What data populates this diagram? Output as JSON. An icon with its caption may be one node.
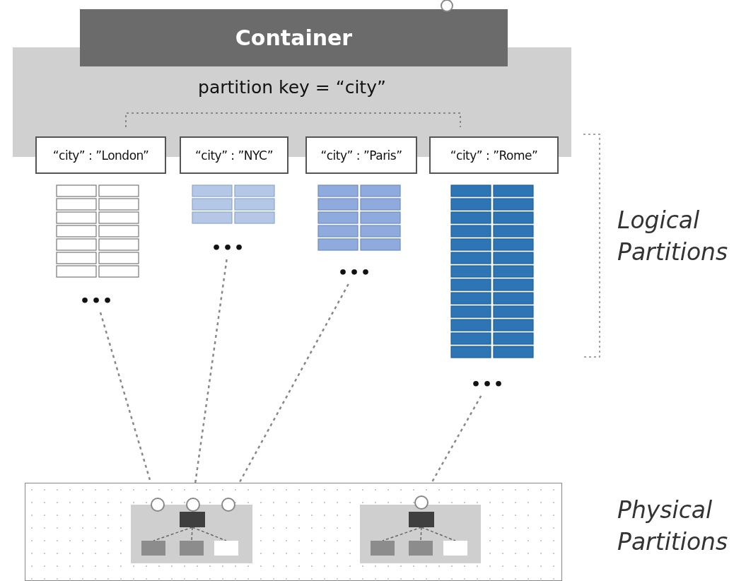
{
  "diagram": {
    "nodes": [
      {
        "text": [
          "Container"
        ]
      },
      {
        "text": [
          "partition key = “city”"
        ]
      },
      {
        "text": [
          "“city” : ”London”"
        ]
      },
      {
        "text": [
          "“city” : ”NYC”"
        ]
      },
      {
        "text": [
          "“city” : ”Paris”"
        ]
      },
      {
        "text": [
          "“city” : ”Rome”"
        ]
      },
      {
        "text": [
          "•••"
        ]
      },
      {
        "text": [
          "•••"
        ]
      },
      {
        "text": [
          "•••"
        ]
      },
      {
        "text": [
          "•••"
        ]
      },
      {
        "text": [],
        "shape": "box"
      },
      {
        "text": [],
        "shape": "box",
        "in": 10
      },
      {
        "text": [],
        "shape": "box",
        "in": 10
      },
      {
        "text": [],
        "shape": "circle",
        "in": 10
      },
      {
        "text": [],
        "shape": "circle",
        "in": 10
      },
      {
        "text": [],
        "shape": "circle",
        "in": 10
      },
      {
        "text": [],
        "shape": "circle",
        "in": 10
      }
    ],
    "edges": [
      {
        "from": 6,
        "to": 13,
        "arrow": "none",
        "style": "dashed"
      },
      {
        "from": 7,
        "to": 14,
        "arrow": "none",
        "style": "dashed"
      },
      {
        "from": 8,
        "to": 15,
        "arrow": "none",
        "style": "dashed"
      },
      {
        "from": 9,
        "to": 16,
        "arrow": "none",
        "style": "dashed"
      }
    ],
    "labels": [
      "Logical Partitions",
      "Physical Partitions"
    ]
  }
}
